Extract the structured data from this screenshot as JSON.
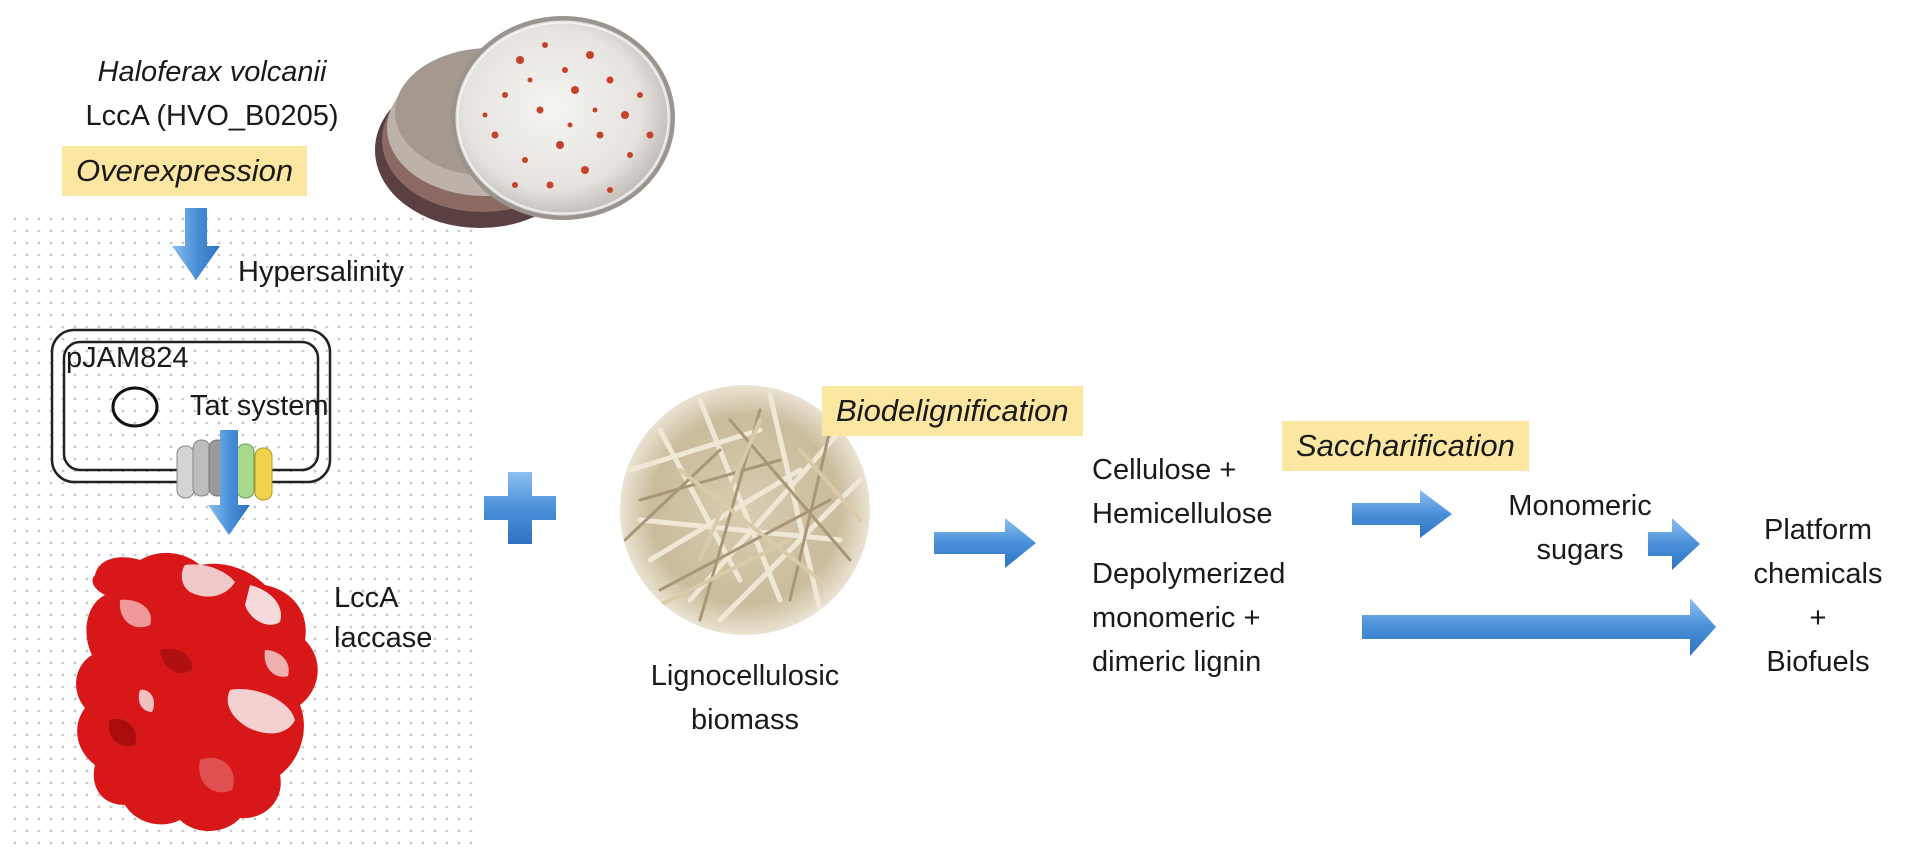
{
  "organism": {
    "species": "Haloferax volcanii",
    "gene": "LccA (HVO_B0205)"
  },
  "steps": {
    "overexpression": "Overexpression",
    "hypersalinity": "Hypersalinity"
  },
  "cell": {
    "plasmid": "pJAM824",
    "secretion": "Tat system"
  },
  "enzyme": {
    "line1": "LccA",
    "line2": "laccase"
  },
  "biomass": {
    "line1": "Lignocellulosic",
    "line2": "biomass"
  },
  "processes": {
    "biodelignification": "Biodelignification",
    "saccharification": "Saccharification"
  },
  "fractions": {
    "carb_line1": "Cellulose +",
    "carb_line2": "Hemicellulose",
    "lignin_line1": "Depolymerized",
    "lignin_line2": "monomeric +",
    "lignin_line3": "dimeric lignin"
  },
  "sugars": {
    "line1": "Monomeric",
    "line2": "sugars"
  },
  "products": {
    "line1": "Platform",
    "line2": "chemicals",
    "line3": "+",
    "line4": "Biofuels"
  },
  "colors": {
    "arrow": "#4a90d9",
    "highlight": "#fbe6a2",
    "dots": "#c8c8c8",
    "protein": "#d42020"
  }
}
